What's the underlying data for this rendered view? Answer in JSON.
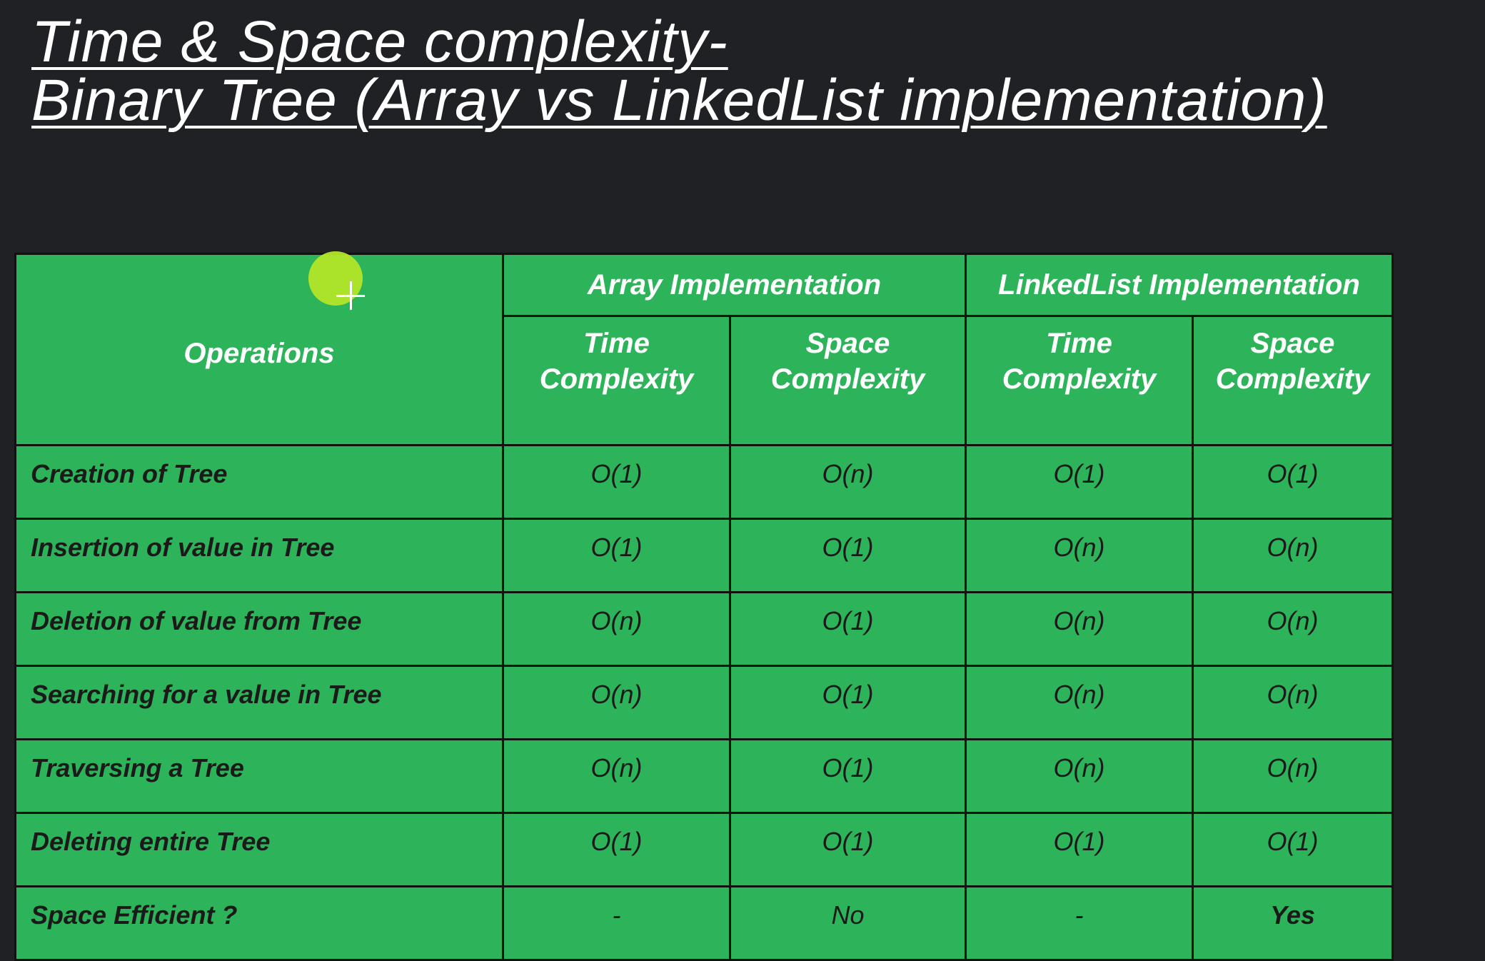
{
  "title": {
    "line1": "Time & Space complexity-",
    "line2": "Binary Tree (Array vs LinkedList implementation)"
  },
  "table": {
    "operations_header": "Operations",
    "groups": [
      "Array Implementation",
      "LinkedList Implementation"
    ],
    "subheaders": [
      {
        "line1": "Time",
        "line2": "Complexity"
      },
      {
        "line1": "Space",
        "line2": "Complexity"
      },
      {
        "line1": "Time",
        "line2": "Complexity"
      },
      {
        "line1": "Space",
        "line2": "Complexity"
      }
    ],
    "rows": [
      {
        "label": "Creation of Tree",
        "values": [
          "O(1)",
          "O(n)",
          "O(1)",
          "O(1)"
        ]
      },
      {
        "label": "Insertion of value in Tree",
        "values": [
          "O(1)",
          "O(1)",
          "O(n)",
          "O(n)"
        ]
      },
      {
        "label": "Deletion of value from Tree",
        "values": [
          "O(n)",
          "O(1)",
          "O(n)",
          "O(n)"
        ]
      },
      {
        "label": "Searching for a value in Tree",
        "values": [
          "O(n)",
          "O(1)",
          "O(n)",
          "O(n)"
        ]
      },
      {
        "label": "Traversing a Tree",
        "values": [
          "O(n)",
          "O(1)",
          "O(n)",
          "O(n)"
        ]
      },
      {
        "label": "Deleting entire Tree",
        "values": [
          "O(1)",
          "O(1)",
          "O(1)",
          "O(1)"
        ]
      },
      {
        "label": "Space Efficient ?",
        "values": [
          "-",
          "No",
          "-",
          "Yes"
        ]
      }
    ]
  },
  "colors": {
    "background": "#1f2125",
    "table_green": "#2db45a",
    "highlight_red": "#d82a2a",
    "highlight_yellow": "#f4f200",
    "cursor": "#b2e628"
  }
}
